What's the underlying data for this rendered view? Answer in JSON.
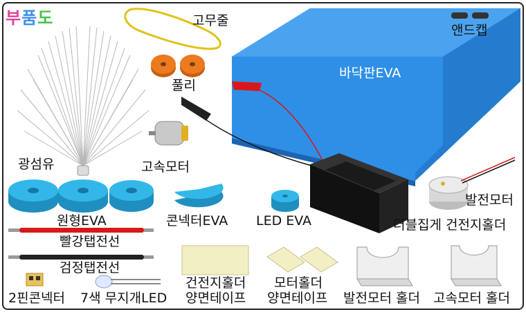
{
  "title": {
    "text": "부품도",
    "chars": [
      {
        "ch": "부",
        "color": "#e0409a"
      },
      {
        "ch": "품",
        "color": "#3b8ee8"
      },
      {
        "ch": "도",
        "color": "#46c04a"
      }
    ]
  },
  "parts": {
    "rubber_band": "고무줄",
    "end_cap": "앤드캡",
    "floor_eva": "바닥판EVA",
    "pulley": "풀리",
    "fiber": "광섬유",
    "fast_motor": "고속모터",
    "round_eva": "원형EVA",
    "cone_eva": "콘넥터EVA",
    "led_eva": "LED EVA",
    "gen_motor": "발전모터",
    "double_holder": "더블집게 건전지홀더",
    "red_wire": "빨강탭전선",
    "black_wire": "검정탭전선",
    "battery_tape_1": "건전지홀더",
    "battery_tape_2": "양면테이프",
    "motor_tape_1": "모터홀더",
    "motor_tape_2": "양면테이프",
    "gen_holder": "발전모터 홀더",
    "fast_holder": "고속모터 홀더",
    "connector": "2핀콘넥터",
    "led": "7색 무지개LED"
  },
  "colors": {
    "eva_blue": "#2f8fe6",
    "cyan": "#33b7e8",
    "orange": "#ec7a1e",
    "red_wire": "#d81818",
    "yellow_tape": "#f3efc4"
  }
}
